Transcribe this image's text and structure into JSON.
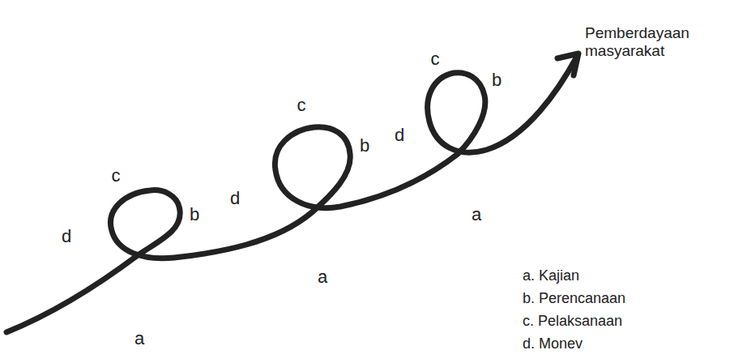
{
  "diagram": {
    "labels": [
      "Pemberdayaan masyarakat",
      "d",
      "c",
      "b",
      "a",
      "d",
      "c",
      "b",
      "a",
      "d",
      "c",
      "b",
      "a",
      "a. Kajian",
      "b. Perencanaan",
      "c. Pelaksanaan",
      "d. Monev"
    ]
  }
}
